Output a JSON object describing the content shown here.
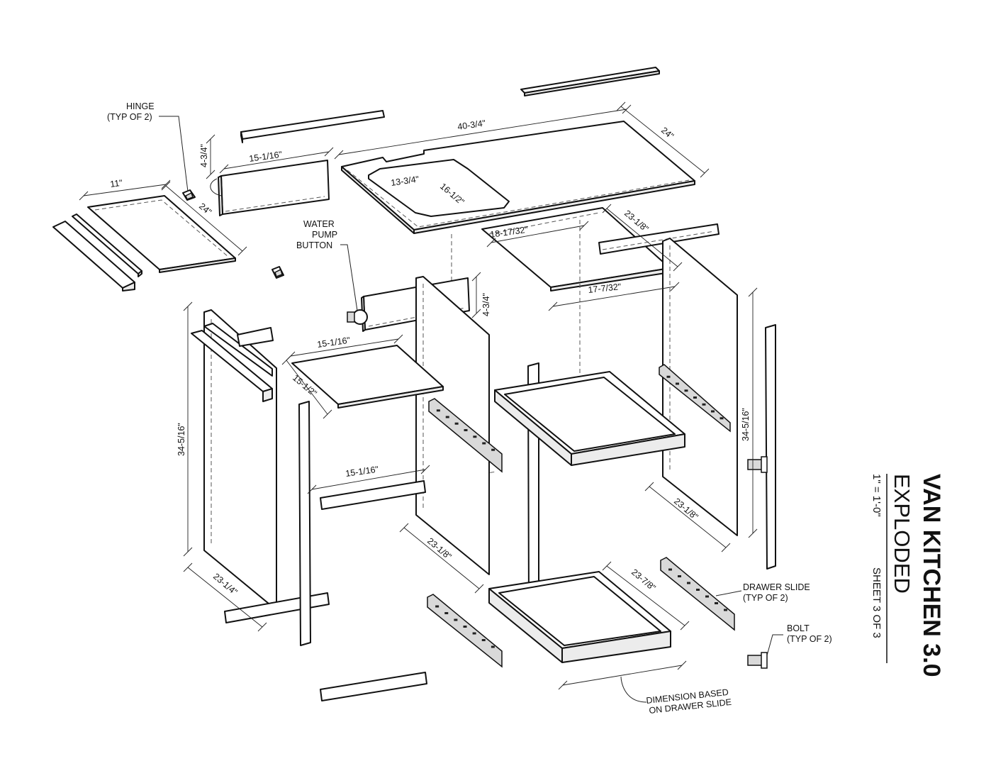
{
  "title": {
    "main": "VAN KITCHEN 3.0",
    "sub": "EXPLODED",
    "scale": "1\" = 1'-0\"",
    "sheet": "SHEET 3 OF 3"
  },
  "callouts": {
    "hinge": [
      "HINGE",
      "(TYP OF 2)"
    ],
    "water_pump": [
      "WATER",
      "PUMP",
      "BUTTON"
    ],
    "drawer_slide": [
      "DRAWER SLIDE",
      "(TYP OF 2)"
    ],
    "bolt": [
      "BOLT",
      "(TYP OF 2)"
    ],
    "dimension_note": [
      "DIMENSION BASED",
      "ON DRAWER SLIDE"
    ]
  },
  "dimensions": {
    "countertop_length": "40-3/4\"",
    "countertop_depth": "24\"",
    "sink_width": "13-3/4\"",
    "sink_depth": "16-1/2\"",
    "back_rail_length": "15-1/16\"",
    "back_rail_height": "4-3/4\"",
    "door_width": "11\"",
    "door_depth": "24\"",
    "upper_shelf_width": "18-17/32\"",
    "upper_shelf_depth": "23-1/8\"",
    "upper_shelf_inner": "17-7/32\"",
    "pump_rail_height": "4-3/4\"",
    "small_shelf_width": "15-1/16\"",
    "small_shelf_depth": "15-1/2\"",
    "left_panel_height": "34-5/16\"",
    "left_panel_depth": "23-1/4\"",
    "lower_rail_length": "15-1/16\"",
    "middle_panel_depth": "23-1/8\"",
    "right_panel_height": "34-5/16\"",
    "right_panel_depth": "23-1/8\"",
    "drawer_depth": "23-7/8\""
  }
}
